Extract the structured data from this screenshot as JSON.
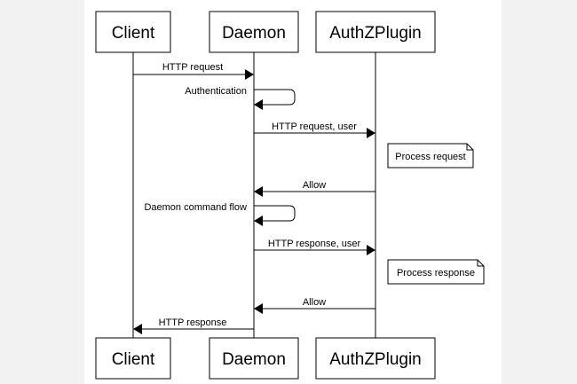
{
  "participants": [
    {
      "id": "client",
      "label": "Client"
    },
    {
      "id": "daemon",
      "label": "Daemon"
    },
    {
      "id": "authz",
      "label": "AuthZPlugin"
    }
  ],
  "messages": [
    {
      "label": "HTTP request",
      "from": "client",
      "to": "daemon"
    },
    {
      "label": "Authentication",
      "from": "daemon",
      "to": "daemon"
    },
    {
      "label": "HTTP request, user",
      "from": "daemon",
      "to": "authz"
    },
    {
      "label": "Allow",
      "from": "authz",
      "to": "daemon"
    },
    {
      "label": "Daemon command flow",
      "from": "daemon",
      "to": "daemon"
    },
    {
      "label": "HTTP response, user",
      "from": "daemon",
      "to": "authz"
    },
    {
      "label": "Allow",
      "from": "authz",
      "to": "daemon"
    },
    {
      "label": "HTTP response",
      "from": "daemon",
      "to": "client"
    }
  ],
  "notes": [
    {
      "label": "Process request",
      "on": "authz"
    },
    {
      "label": "Process response",
      "on": "authz"
    }
  ]
}
